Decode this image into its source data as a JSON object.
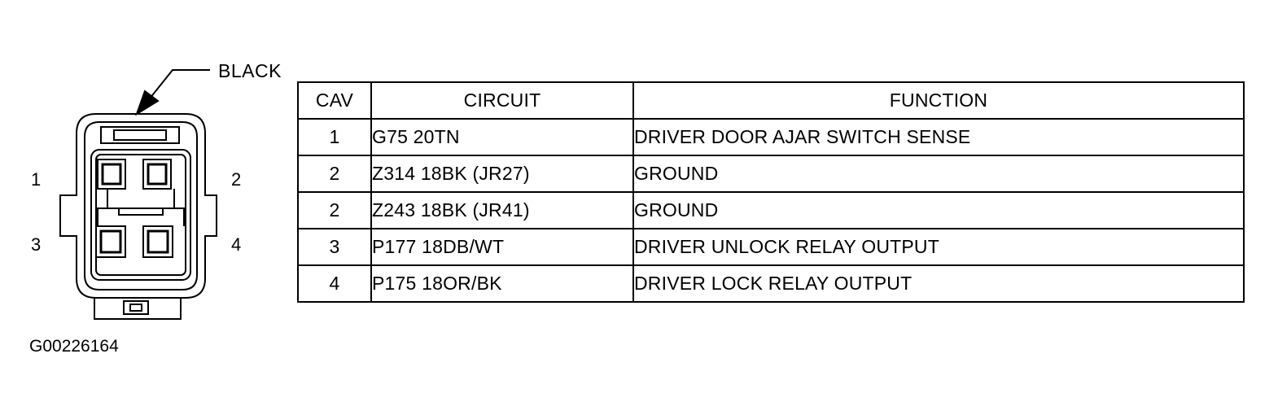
{
  "connector": {
    "color_label": "BLACK",
    "pin_labels": [
      "1",
      "2",
      "3",
      "4"
    ]
  },
  "figure_id": "G00226164",
  "table": {
    "headers": [
      "CAV",
      "CIRCUIT",
      "FUNCTION"
    ],
    "rows": [
      {
        "cav": "1",
        "circuit": "G75 20TN",
        "function": "DRIVER DOOR AJAR SWITCH SENSE"
      },
      {
        "cav": "2",
        "circuit": "Z314 18BK (JR27)",
        "function": "GROUND"
      },
      {
        "cav": "2",
        "circuit": "Z243 18BK (JR41)",
        "function": "GROUND"
      },
      {
        "cav": "3",
        "circuit": "P177 18DB/WT",
        "function": "DRIVER UNLOCK RELAY OUTPUT"
      },
      {
        "cav": "4",
        "circuit": "P175 18OR/BK",
        "function": "DRIVER LOCK RELAY OUTPUT"
      }
    ]
  }
}
